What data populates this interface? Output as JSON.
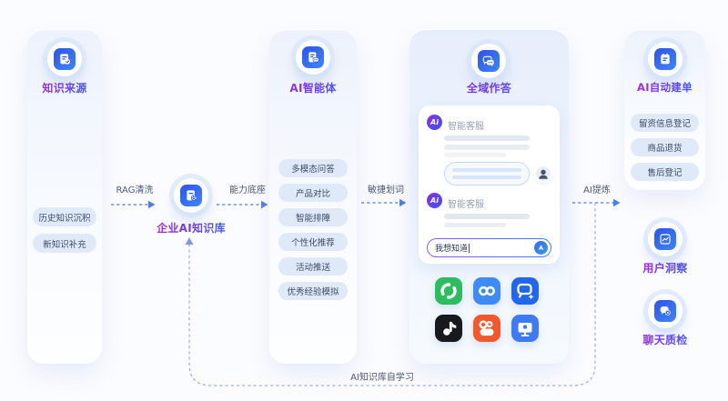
{
  "nodes": {
    "knowledge_source": {
      "title": "知识来源",
      "pills": [
        "历史知识沉积",
        "新知识补充"
      ]
    },
    "enterprise_kb": {
      "title": "企业AI知识库"
    },
    "ai_agent": {
      "title": "AI智能体",
      "pills": [
        "多模态问答",
        "产品对比",
        "智能排障",
        "个性化推荐",
        "活动推送",
        "优秀经验模拟"
      ]
    },
    "omni_answer": {
      "title": "全域作答",
      "chat": {
        "agent_label_1": "智能客服",
        "agent_label_2": "智能客服",
        "avatar_text": "Ai",
        "input_value": "我想知道"
      },
      "channel_icons": [
        {
          "name": "wechat-swirl-icon",
          "color": "#2BBD5E"
        },
        {
          "name": "video-infinity-icon",
          "color": "#3E8BF7"
        },
        {
          "name": "chat-service-icon",
          "color": "#2166F0"
        },
        {
          "name": "douyin-icon",
          "color": "#17191F"
        },
        {
          "name": "kuaishou-icon",
          "color": "#F4572B"
        },
        {
          "name": "desktop-web-icon",
          "color": "#3E7BF2"
        }
      ]
    },
    "auto_ticket": {
      "title": "AI自动建单",
      "pills": [
        "留资信息登记",
        "商品退货",
        "售后登记"
      ]
    },
    "user_insight": {
      "title": "用户洞察"
    },
    "chat_quality": {
      "title": "聊天质检"
    }
  },
  "arrows": {
    "rag_label": "RAG清洗",
    "capability_label": "能力底座",
    "agile_label": "敏捷划词",
    "refine_label": "AI提炼",
    "self_learning_label": "AI知识库自学习"
  },
  "colors": {
    "accent_blue": "#2E6BF6",
    "accent_purple": "#8B2FF0",
    "arrow_line": "#4C7DF2",
    "loop_line": "#9FB1EE",
    "pill_bg": "#DFE9F8",
    "pill_text": "#3C4A66"
  }
}
